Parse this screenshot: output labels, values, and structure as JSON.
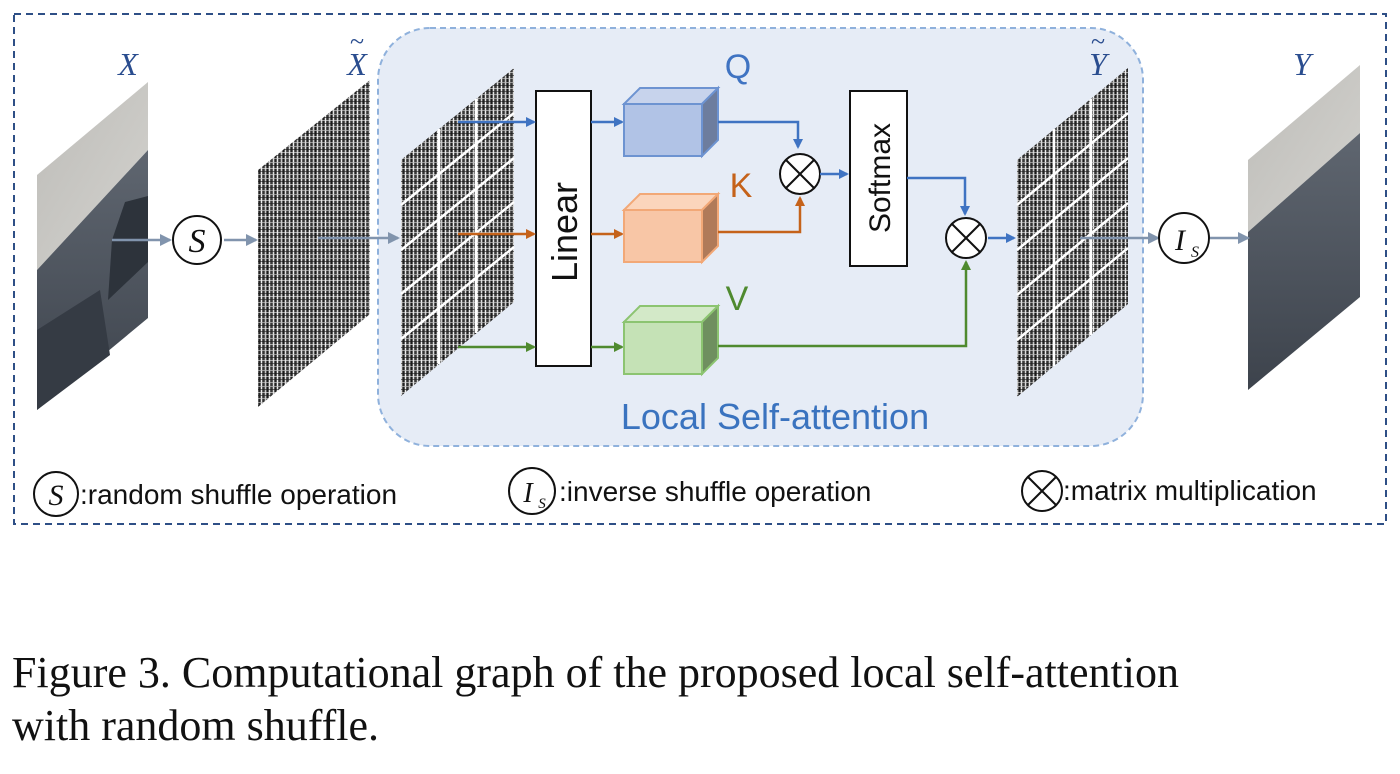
{
  "diagram": {
    "var_x": "X",
    "var_x_tilde": "X",
    "var_y_tilde": "Y",
    "var_y": "Y",
    "shuffle_symbol": "S",
    "inverse_symbol": "I",
    "inverse_subscript": "S",
    "q_label": "Q",
    "k_label": "K",
    "v_label": "V",
    "linear_label": "Linear",
    "softmax_label": "Softmax",
    "region_label": "Local Self-attention",
    "legend": {
      "shuffle": ":random shuffle operation",
      "inverse": ":inverse shuffle operation",
      "matmul": ":matrix multiplication"
    }
  },
  "caption": {
    "line1": "Figure 3. Computational graph of the proposed local self-attention",
    "line2": "with random shuffle."
  },
  "colors": {
    "border": "#2e4f86",
    "region_fill": "#e6ecf6",
    "region_stroke": "#8fb1dc",
    "blue": "#3f73c2",
    "orange": "#c5621a",
    "green": "#4f8a2f",
    "gray_arrow": "#8194ad",
    "var_label": "#2a4d8f",
    "region_text": "#3a73bf"
  }
}
